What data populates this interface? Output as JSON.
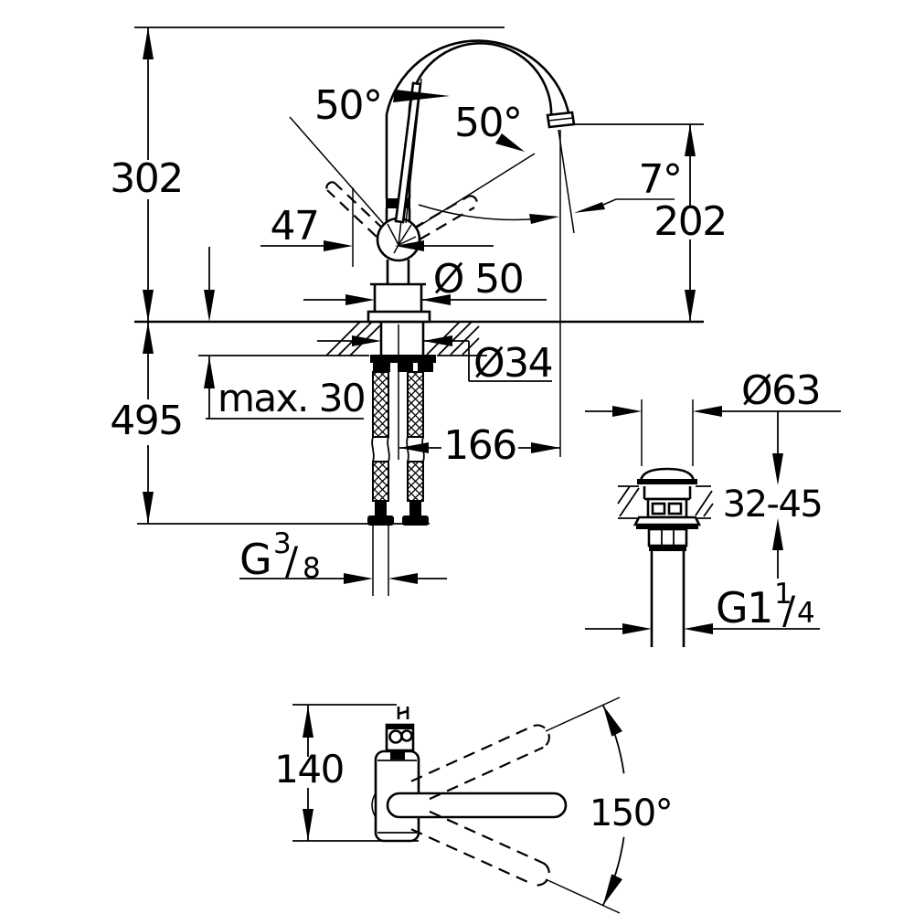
{
  "drawing": {
    "background": "#ffffff",
    "line_color": "#000000",
    "subject": "single-lever basin mixer with high swivel spout and push-open waste valve, dimensional installation drawing",
    "labels": {
      "height_above_deck": "302",
      "height_below_deck": "495",
      "lever_swing_left": "50°",
      "lever_swing_right": "50°",
      "lever_offset": "47",
      "body_diameter": "Ø 50",
      "shank_diameter": "Ø34",
      "max_deck_thickness": "max. 30",
      "spout_reach": "166",
      "aerator_angle": "7°",
      "outlet_height": "202",
      "supply_thread": {
        "base": "G",
        "numerator": "3",
        "slash": "/",
        "denominator": "8"
      },
      "waste_diameter": "Ø63",
      "waste_deck_range": "32-45",
      "waste_thread": {
        "base": "G1",
        "numerator": "1",
        "slash": "/",
        "denominator": "4"
      },
      "body_depth": "140",
      "swivel_range": "150°"
    }
  }
}
